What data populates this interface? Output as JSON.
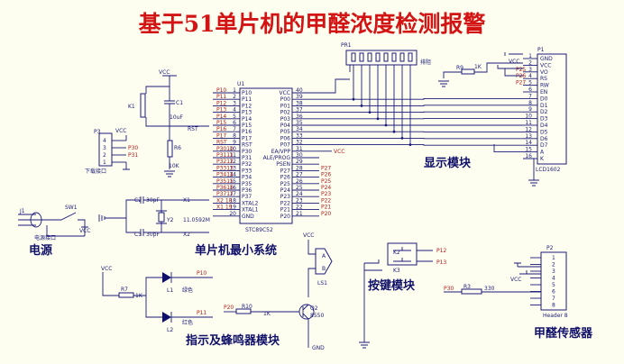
{
  "title": "基于51单片机的甲醛浓度检测报警",
  "sections": {
    "display": "显示模块",
    "mcu": "单片机最小系统",
    "power": "电源",
    "indicator": "指示及蜂鸣器模块",
    "keys": "按键模块",
    "sensor": "甲醛传感器"
  },
  "mcu": {
    "ref": "U1",
    "part": "STC89C52",
    "left_pins": [
      "P10",
      "P11",
      "P12",
      "P13",
      "P14",
      "P15",
      "P16",
      "P17",
      "RST",
      "P30",
      "P31",
      "P32",
      "P33",
      "P34",
      "P35",
      "P36",
      "P37",
      "XTAL2",
      "XTAL1",
      "GND"
    ],
    "left_nums": [
      "1",
      "2",
      "3",
      "4",
      "5",
      "6",
      "7",
      "8",
      "9",
      "10",
      "11",
      "12",
      "13",
      "14",
      "15",
      "16",
      "17",
      "18",
      "19",
      "20"
    ],
    "left_nets": [
      "P10",
      "P11",
      "P12",
      "P13",
      "P14",
      "P15",
      "P16",
      "P17",
      "RST",
      "P3010",
      "P3111",
      "P3212",
      "P3313",
      "P3414",
      "P3515",
      "P3616",
      "P3717",
      "X2 18",
      "X1 19",
      ""
    ],
    "right_pins": [
      "VCC",
      "P00",
      "P01",
      "P02",
      "P03",
      "P04",
      "P05",
      "P06",
      "P07",
      "EA/VPP",
      "ALE/PROG",
      "PSEN",
      "P27",
      "P26",
      "P25",
      "P24",
      "P23",
      "P22",
      "P21",
      "P20"
    ],
    "right_nums": [
      "40",
      "39",
      "38",
      "37",
      "36",
      "35",
      "34",
      "33",
      "32",
      "31",
      "30",
      "29",
      "28",
      "27",
      "26",
      "25",
      "24",
      "23",
      "22",
      "21"
    ],
    "right_nets": [
      "",
      "",
      "",
      "",
      "",
      "",
      "",
      "",
      "",
      "",
      "",
      "",
      "P27",
      "P26",
      "P25",
      "P24",
      "P23",
      "P22",
      "P21",
      "P20"
    ]
  },
  "lcd": {
    "ref": "P1",
    "part": "LCD1602",
    "pins": [
      "GND",
      "VCC",
      "VO",
      "RS",
      "RW",
      "EN",
      "D0",
      "D1",
      "D2",
      "D3",
      "D4",
      "D5",
      "D6",
      "D7",
      "A",
      "K"
    ],
    "nets": [
      "",
      "",
      "P25",
      "P26",
      "P27",
      "",
      "",
      "",
      "",
      "",
      "",
      "",
      "",
      "",
      "",
      ""
    ],
    "nums": [
      "1",
      "2",
      "3",
      "4",
      "5",
      "6",
      "7",
      "8",
      "9",
      "10",
      "11",
      "12",
      "13",
      "14",
      "15",
      "16"
    ]
  },
  "pr1": {
    "ref": "PR1",
    "label": "排阻"
  },
  "r9": {
    "ref": "R9",
    "value": "1K"
  },
  "prog_header": {
    "ref": "P3",
    "label": "下载接口",
    "pins": [
      "4",
      "3",
      "2",
      "1"
    ],
    "nets": [
      "P30",
      "P31"
    ]
  },
  "reset": {
    "k1": "K1",
    "c1": "C1",
    "c1_value": "10uF",
    "r6": "R6",
    "r6_value": "10K",
    "rst": "RST"
  },
  "crystal": {
    "c2": "C2",
    "c2_value": "30pF",
    "c3": "C3",
    "c3_value": "30pF",
    "y": "Y2",
    "freq": "11.0592M",
    "x1": "X1",
    "x2": "X2"
  },
  "power_block": {
    "j1": "J1",
    "sw1": "SW1",
    "socket": "电源接口"
  },
  "leds": {
    "r7": "R7",
    "r7_value": "1K",
    "l1": "L1",
    "l1_color": "绿色",
    "l1_net": "P10",
    "l2": "L2",
    "l2_color": "红色",
    "l2_net": "P11"
  },
  "buzzer": {
    "ref": "LS1",
    "q2": "Q2",
    "q2_part": "8550",
    "r10": "R10",
    "r10_value": "1K",
    "net": "P20",
    "gnd": "GND"
  },
  "keys_block": {
    "k2": "K2",
    "k3": "K3",
    "n2": "P12",
    "n3": "P13"
  },
  "sensor_header": {
    "ref": "P2",
    "label": "Header 8",
    "pins": [
      "1",
      "2",
      "3",
      "4",
      "5",
      "6",
      "7",
      "8"
    ],
    "r3": "R3",
    "r3_value": "330",
    "net": "P30"
  },
  "vcc": "VCC"
}
